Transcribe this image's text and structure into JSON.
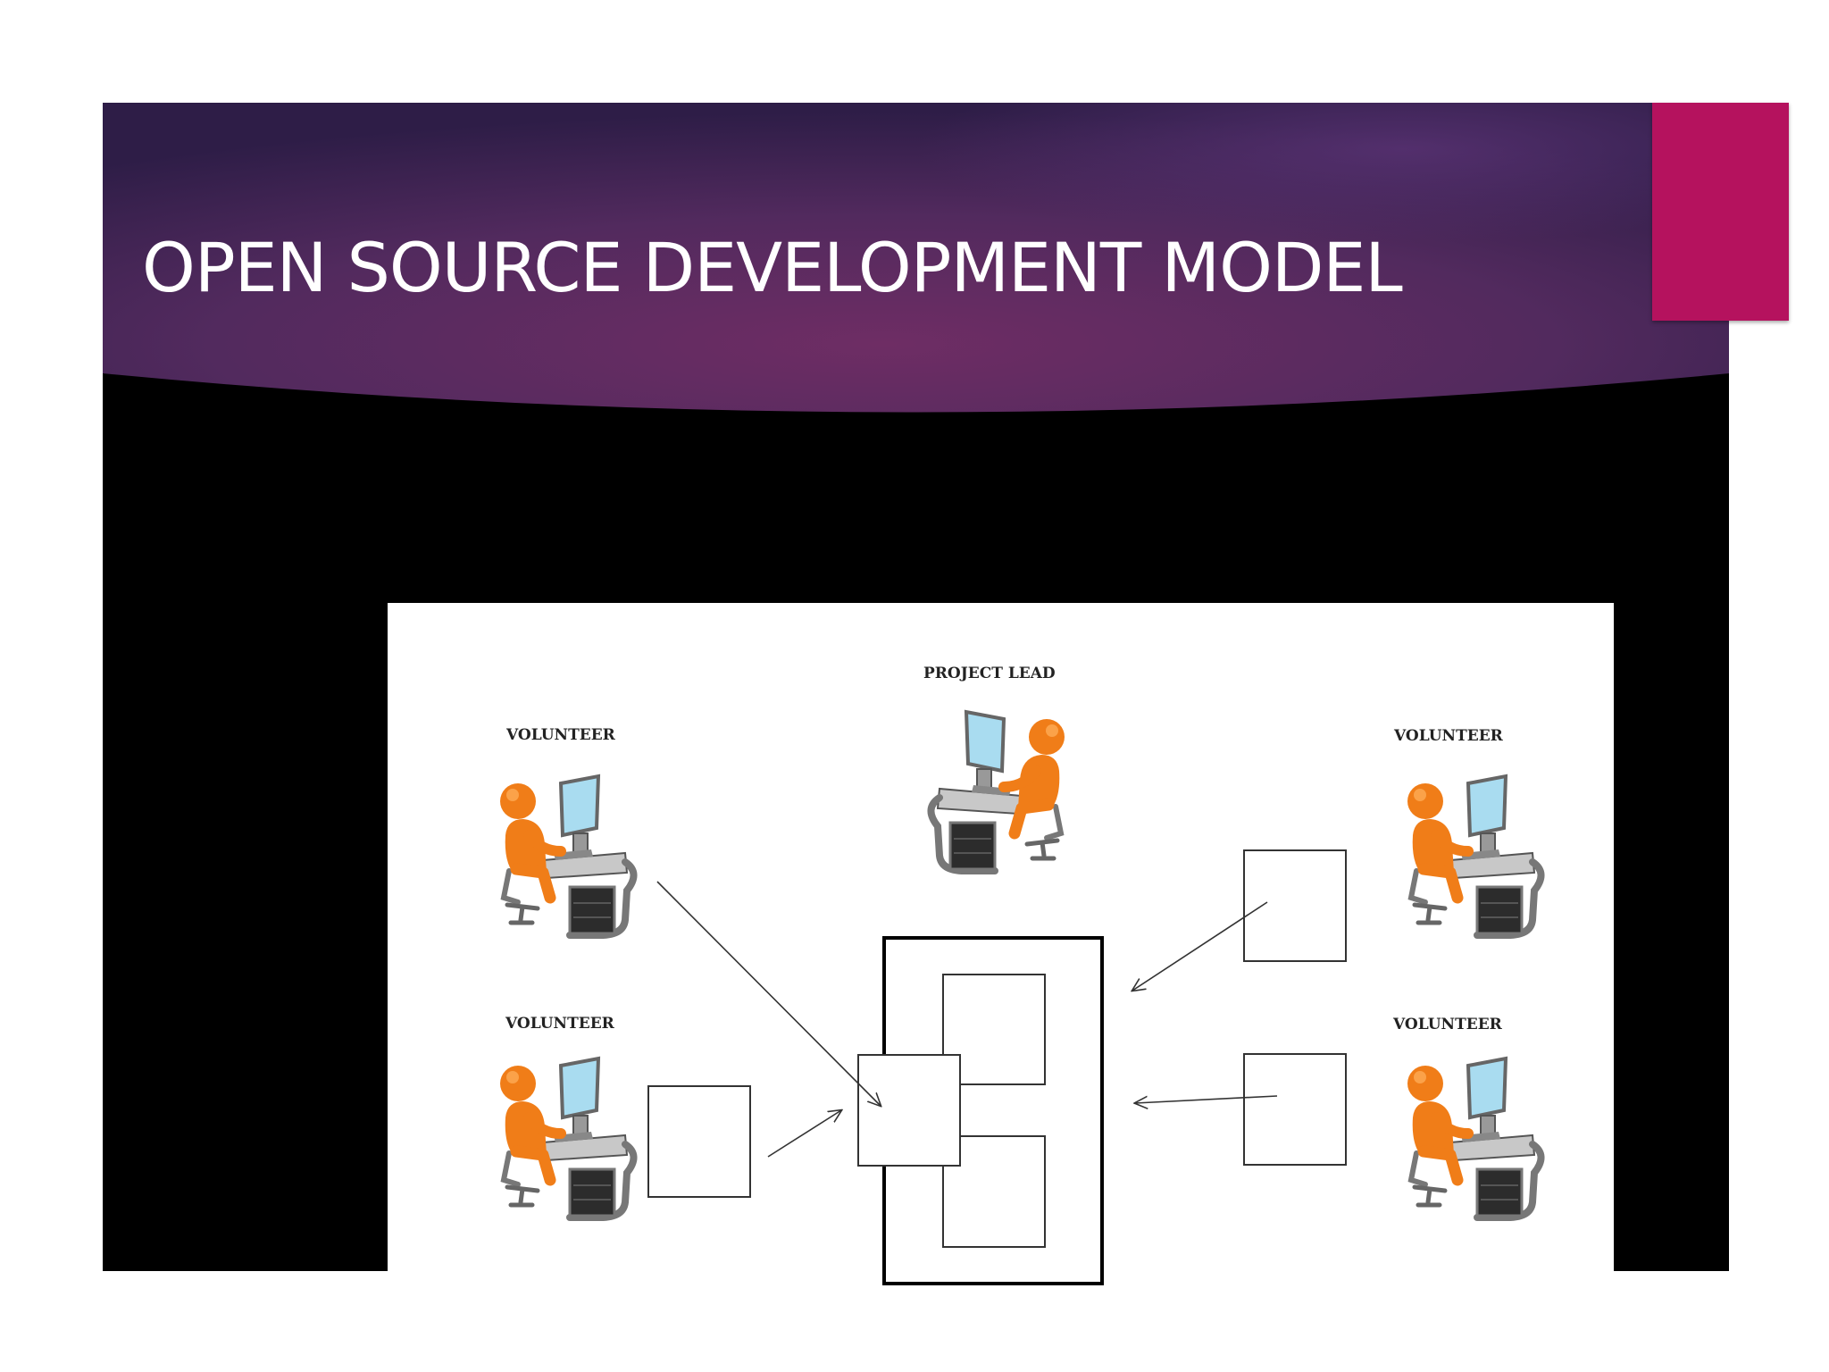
{
  "slide": {
    "title": "OPEN SOURCE DEVELOPMENT MODEL",
    "accent_color": "#b5125e",
    "header_colors": [
      "#2e1d47",
      "#6b2c62",
      "#4a2a63"
    ]
  },
  "diagram": {
    "project_lead_label": "PROJECT LEAD",
    "volunteer_labels": [
      "VOLUNTEER",
      "VOLUNTEER",
      "VOLUNTEER",
      "VOLUNTEER"
    ],
    "person_color": "#f07d18",
    "monitor_color": "#a9dcf0",
    "icon_names": [
      "person-at-computer-icon"
    ]
  }
}
